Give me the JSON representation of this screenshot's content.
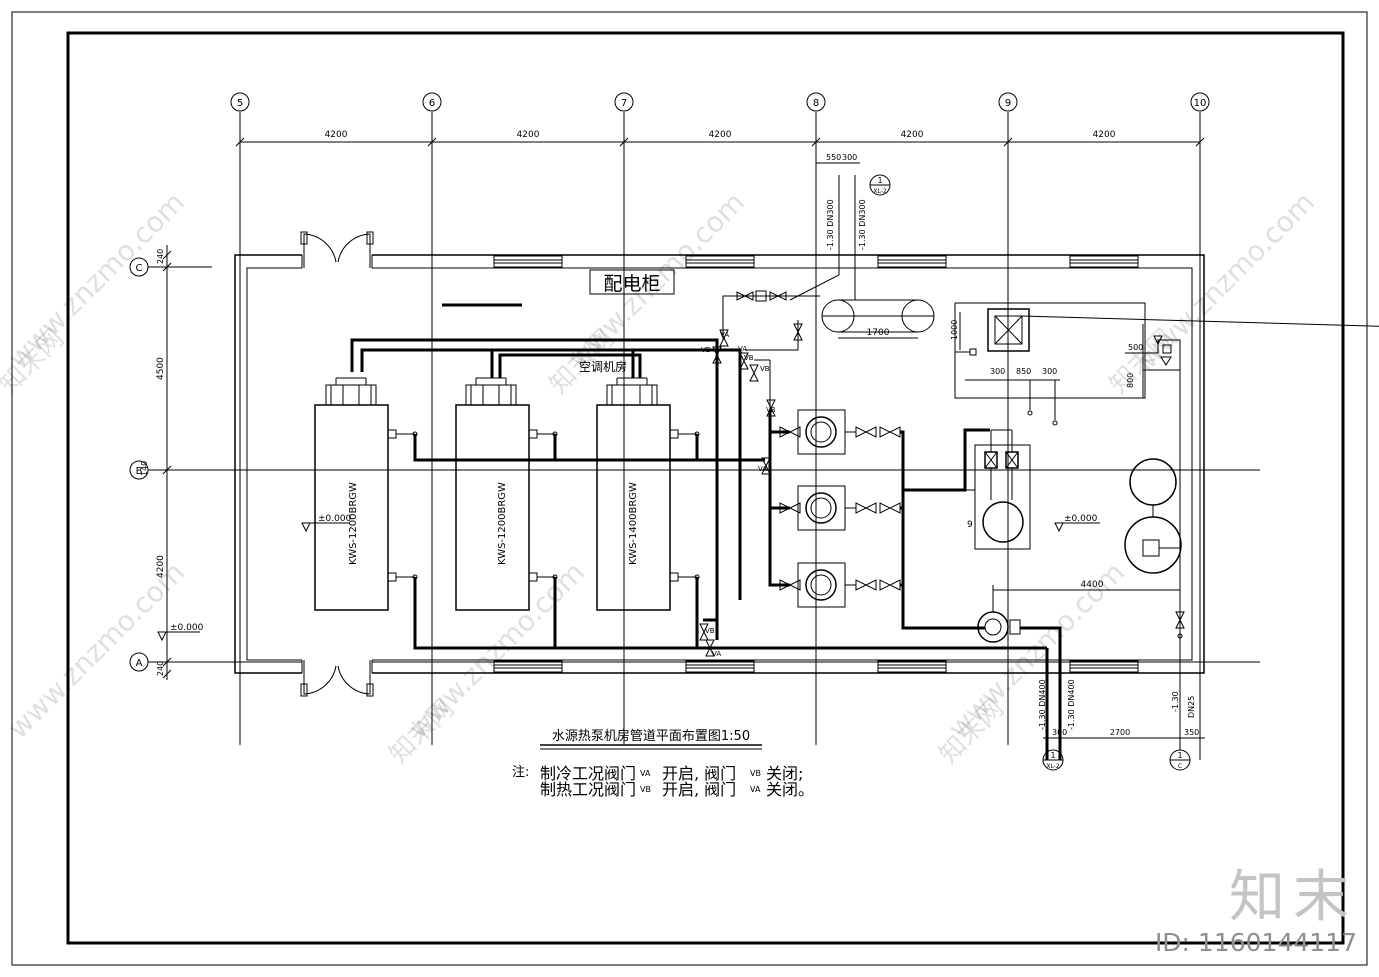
{
  "grid": {
    "columns": [
      "5",
      "6",
      "7",
      "8",
      "9",
      "10"
    ],
    "rows": [
      "C",
      "B",
      "A"
    ],
    "spans": [
      "4200",
      "4200",
      "4200",
      "4200",
      "4200"
    ],
    "row_dims": [
      "240",
      "4500",
      "4200",
      "240"
    ],
    "row_b_dim": "140"
  },
  "rooms": {
    "switchgear": "配电柜",
    "ac_room": "空调机房"
  },
  "units": [
    {
      "model": "KWS-1200BRGW"
    },
    {
      "model": "KWS-1200BRGW"
    },
    {
      "model": "KWS-1400BRGW"
    }
  ],
  "levels": {
    "floor": "±0.000"
  },
  "pipes": {
    "top_left": "-1.30 DN300",
    "top_right": "-1.30 DN300",
    "bot_left": "-1.30 DN400",
    "bot_right": "-1.30 DN400",
    "drain": "-1.30",
    "drain_size": "DN25"
  },
  "dims": {
    "d550": "550",
    "d300a": "300",
    "d1700": "1700",
    "d1000": "1000",
    "d500": "500",
    "d800": "800",
    "d300b": "300",
    "d850": "850",
    "d300c": "300",
    "d4400": "4400",
    "d300d": "300",
    "d2700": "2700",
    "d350": "350"
  },
  "valves": {
    "va": "VA",
    "vb": "VB"
  },
  "callouts": {
    "ref_num": "1",
    "ref_sheet": "XL-2",
    "ref_sheet_bottom": "XL-2",
    "ref_sheet_c": "C",
    "equip_9": "9"
  },
  "title": "水源热泵机房管道平面布置图1:50",
  "note": {
    "label": "注:",
    "line1_a": "制冷工况阀门",
    "line1_b": "开启, 阀门",
    "line1_c": "关闭;",
    "line2_a": "制热工况阀门",
    "line2_b": "开启, 阀门",
    "line2_c": "关闭。"
  },
  "watermark": {
    "brand": "知末",
    "site": "www.znzmo.com",
    "site_cn": "知末网",
    "id": "ID: 1160144117"
  }
}
